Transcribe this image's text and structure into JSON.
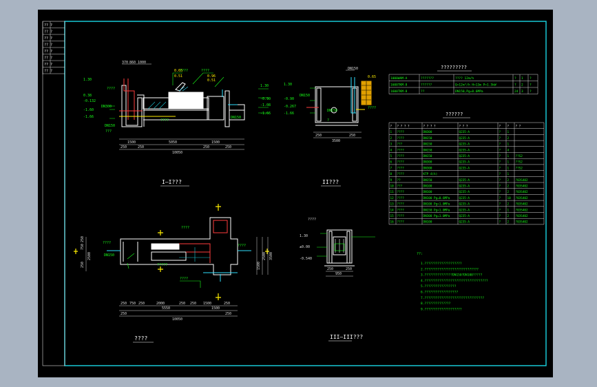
{
  "sheet": {
    "title_block_rows": [
      "?? ?",
      "?? ?",
      "?? ?",
      "?? ?",
      "?? ?",
      "?? ?",
      "?? ?",
      "?? ?"
    ]
  },
  "views": {
    "section1": {
      "title": "I—I???",
      "top_dims": [
        "370",
        "860",
        "1000"
      ],
      "tags": [
        "0.65",
        "0.51",
        "????",
        "0.96",
        "0.51",
        "????"
      ],
      "levels_left": [
        "1.30",
        "0.38",
        "-0.132",
        "-1.60",
        "-1.66"
      ],
      "levels_right": [
        "1.30",
        "-0.90",
        "-1.08",
        "-1.66"
      ],
      "labels": [
        "????",
        "DN300",
        "????",
        "DN150",
        "DN150",
        "???"
      ],
      "dims_row1": [
        "1500",
        "5050",
        "1500"
      ],
      "dims_row2": [
        "250",
        "250",
        "250",
        "250"
      ],
      "dims_total": "10050"
    },
    "section2": {
      "title": "II???",
      "top": "DN150",
      "tag": "0.65",
      "levels": [
        "1.30",
        "-0.90",
        "-0.267",
        "-1.66"
      ],
      "labels": [
        "DN150",
        "????",
        "?",
        "DN150"
      ],
      "dims": [
        "250",
        "3500",
        "250"
      ]
    },
    "plan": {
      "title": "????",
      "left_dims": [
        "250",
        "750",
        "2500",
        "250"
      ],
      "right_dims": [
        "1500",
        "2500",
        "3500"
      ],
      "labels": [
        "????",
        "????",
        "DN150",
        "?????",
        "????",
        "????"
      ],
      "dims_row1": [
        "250",
        "750",
        "250",
        "2000",
        "250",
        "250",
        "1500",
        "250"
      ],
      "dims_row2": [
        "250",
        "5550",
        "1500",
        "250"
      ],
      "dims_total": "10050"
    },
    "section3": {
      "title": "III—III???",
      "tag": "????",
      "levels": [
        "1.30",
        "±0.00",
        "-0.540"
      ],
      "dims": [
        "250",
        "950",
        "250"
      ]
    }
  },
  "equipment_table": {
    "title": "?????????",
    "rows": [
      [
        "1000WAM-A",
        "???????",
        "???? 12m/h",
        "?",
        "1",
        "?"
      ],
      [
        "1600TKM-8",
        "??????",
        "Q=12m³/h  H=13m  P=1.5kW",
        "?",
        "2",
        "?"
      ],
      [
        "1600TKM-8",
        "??",
        "DN150,Pg=0.6MPa",
        "24",
        "3",
        "?"
      ]
    ]
  },
  "materials_table": {
    "title": "??????",
    "header": [
      "?",
      "? ? ? ?",
      "? ? ? ?",
      "? ? ?",
      "?",
      "?",
      "? ?"
    ],
    "rows": [
      [
        "1",
        "????",
        "DN300",
        "Q235-A",
        "?",
        "1",
        ""
      ],
      [
        "2",
        "????",
        "DN150",
        "Q235-A",
        "?",
        "2",
        ""
      ],
      [
        "3",
        "???",
        "DN150",
        "Q235-A",
        "?",
        "1",
        ""
      ],
      [
        "4",
        "????",
        "DN150",
        "Q235-A",
        "?",
        "4",
        ""
      ],
      [
        "5",
        "????",
        "DN150",
        "Q235-A",
        "?",
        "1",
        "??S2"
      ],
      [
        "6",
        "????",
        "DN300",
        "Q235-A",
        "?",
        "1",
        "??S2"
      ],
      [
        "7",
        "????",
        "DN300",
        "Q235-A",
        "?",
        "1",
        "??S2"
      ],
      [
        "8",
        "????",
        "KTP 4(h)",
        "",
        "?",
        "1",
        ""
      ],
      [
        "9",
        "??",
        "DN150",
        "Q235-A",
        "?",
        "2",
        "?03S402"
      ],
      [
        "10",
        "???",
        "DN100",
        "Q235-A",
        "?",
        "2",
        "?03S402"
      ],
      [
        "11",
        "????",
        "DN100",
        "Q235-A",
        "?",
        "2",
        "?03S402"
      ],
      [
        "12",
        "????",
        "DN100 Pg=0.6MPa",
        "Q235-A",
        "?",
        "10",
        "?03S402"
      ],
      [
        "13",
        "????",
        "DN100 Pg=1.0MPa",
        "Q235-A",
        "?",
        "2",
        "?03S402"
      ],
      [
        "14",
        "????",
        "DN150 Pg=1.0MPa",
        "Q235-A",
        "?",
        "1",
        "?03S402"
      ],
      [
        "15",
        "????",
        "DN300 Pg=1.0MPa",
        "Q235-A",
        "?",
        "2",
        "?03S402"
      ],
      [
        "16",
        "????",
        "DN100",
        "Q235-A",
        "?",
        "2",
        "?03S402"
      ]
    ]
  },
  "notes": {
    "heading": "??:",
    "lines": [
      "1.????????????????????",
      "2.?????????????????????????????",
      "3.???????????????DN150?DN100?????",
      "4.??????????????????????????????????",
      "5.?????????????????",
      "6.??????????????????",
      "7.????????????????????????????????",
      "8.??????????????",
      "9.????????????????????"
    ]
  }
}
